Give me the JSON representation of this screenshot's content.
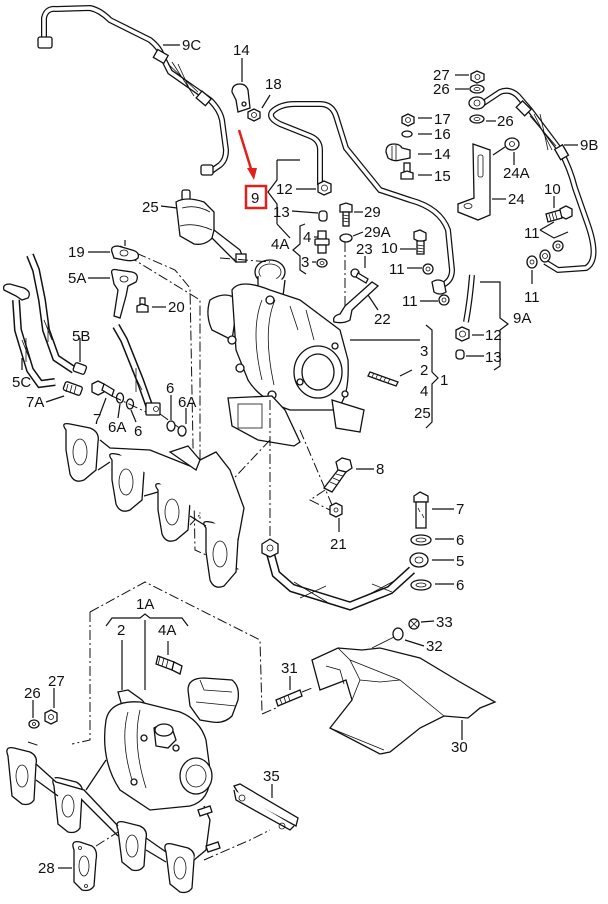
{
  "diagram": {
    "title": "Turbocharger exploded parts diagram",
    "highlight": {
      "label": "9",
      "box_color": "#e0201b",
      "arrow_color": "#e0201b"
    },
    "callouts": {
      "c9C": "9C",
      "c14a": "14",
      "c18": "18",
      "c27a": "27",
      "c26a": "26",
      "c26b": "26",
      "c17": "17",
      "c16": "16",
      "c14b": "14",
      "c15": "15",
      "c9B": "9B",
      "c24A": "24A",
      "c24": "24",
      "c10a": "10",
      "c11a": "11",
      "c11b": "11",
      "c25a": "25",
      "c12a": "12",
      "c13a": "13",
      "c29": "29",
      "c29A": "29A",
      "c4A": "4A",
      "c4": "4",
      "c3a": "3",
      "c23": "23",
      "c10b": "10",
      "c11c": "11",
      "c11d": "11",
      "c22": "22",
      "c19": "19",
      "c5A": "5A",
      "c20": "20",
      "c5B": "5B",
      "c5C": "5C",
      "c7A": "7A",
      "c7a": "7",
      "c6Aa": "6A",
      "c6a": "6",
      "c6b": "6",
      "c6Ab": "6A",
      "c12b": "12",
      "c13b": "13",
      "c9A": "9A",
      "c3b": "3",
      "c2a": "2",
      "c1": "1",
      "c4b": "4",
      "c25b": "25",
      "c8": "8",
      "c7b": "7",
      "c6c": "6",
      "c5": "5",
      "c6d": "6",
      "c21": "21",
      "c33": "33",
      "c32": "32",
      "c31": "31",
      "c30": "30",
      "c1A": "1A",
      "c2b": "2",
      "c4Ab": "4A",
      "c26c": "26",
      "c27b": "27",
      "c35": "35",
      "c28": "28"
    }
  }
}
